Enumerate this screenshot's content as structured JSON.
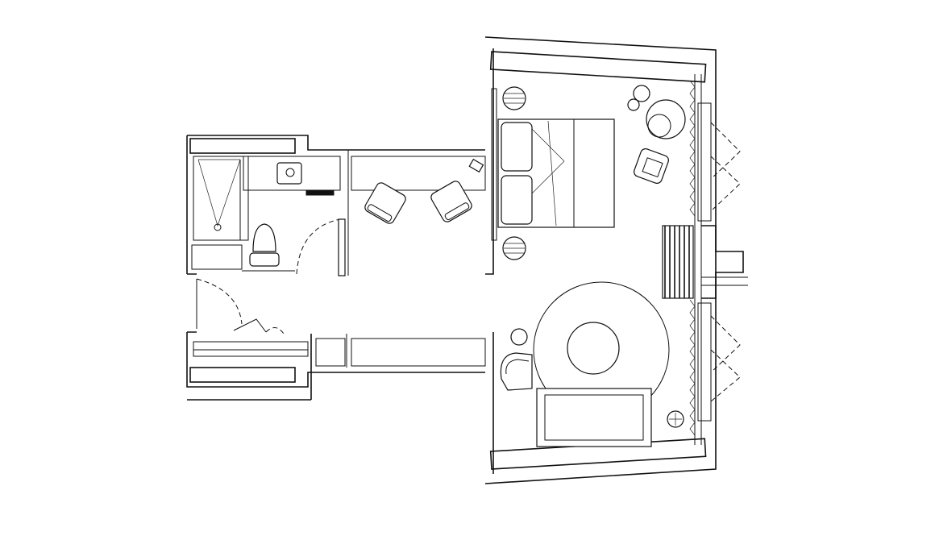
{
  "plan": {
    "background": "#ffffff",
    "line_color": "#111111",
    "pattern_color": "#333333",
    "elements": {
      "bathroom": [
        "shower",
        "toilet",
        "vanity",
        "bathtub"
      ],
      "sleeping_area": [
        "double-bed",
        "nightstand-left",
        "nightstand-right",
        "desk",
        "desk-chair-1",
        "desk-chair-2"
      ],
      "lounge_area": [
        "lounge-armchair",
        "side-table",
        "round-rug",
        "coffee-table",
        "sofa",
        "floor-lamp"
      ],
      "window_wall": [
        "window",
        "radiator",
        "french-door-top",
        "french-door-bottom"
      ],
      "entry": [
        "entry-door",
        "bathroom-door",
        "closet"
      ]
    }
  }
}
